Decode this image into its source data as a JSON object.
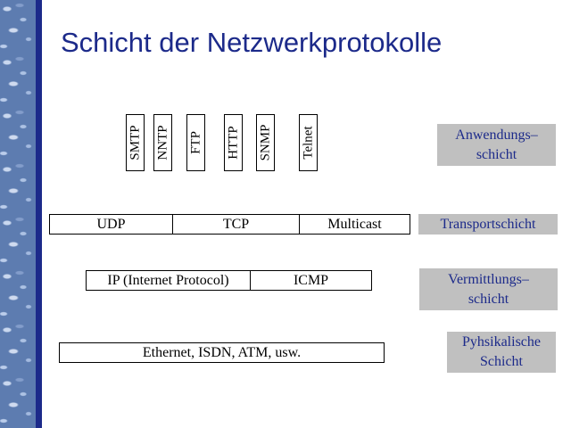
{
  "title": "Schicht der Netzwerkprotokolle",
  "application_protocols": [
    "SMTP",
    "NNTP",
    "FTP",
    "HTTP",
    "SNMP",
    "Telnet"
  ],
  "transport": {
    "udp": "UDP",
    "tcp": "TCP",
    "multicast": "Multicast"
  },
  "network": {
    "ip": "IP (Internet Protocol)",
    "icmp": "ICMP"
  },
  "physical": {
    "text": "Ethernet, ISDN, ATM, usw."
  },
  "layers": {
    "application": {
      "line1": "Anwendungs–",
      "line2": "schicht"
    },
    "transport": {
      "line1": "Transportschicht"
    },
    "network": {
      "line1": "Vermittlungs–",
      "line2": "schicht"
    },
    "physical": {
      "line1": "Pyhsikalische",
      "line2": "Schicht"
    }
  },
  "colors": {
    "accent": "#1c2a8a",
    "label_bg": "#c0c0c0"
  }
}
